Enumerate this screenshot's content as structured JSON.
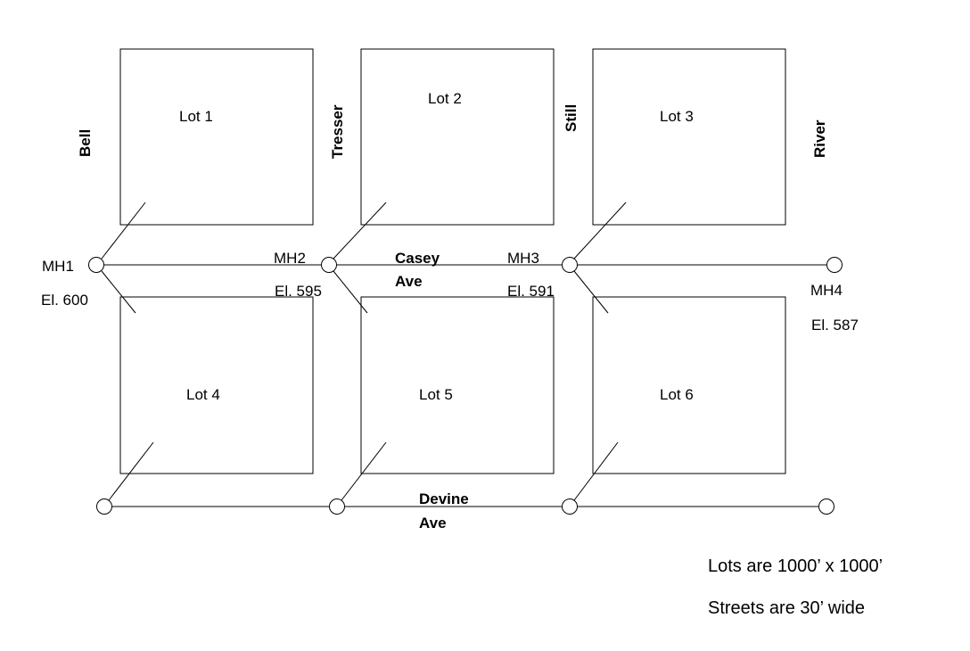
{
  "lots": [
    {
      "label": "Lot 1"
    },
    {
      "label": "Lot 2"
    },
    {
      "label": "Lot 3"
    },
    {
      "label": "Lot 4"
    },
    {
      "label": "Lot 5"
    },
    {
      "label": "Lot 6"
    }
  ],
  "streets": {
    "vertical": [
      "Bell",
      "Tresser",
      "Still",
      "River"
    ],
    "casey": [
      "Casey",
      "Ave"
    ],
    "devine": [
      "Devine",
      "Ave"
    ]
  },
  "manholes": [
    {
      "name": "MH1",
      "elevation": "El. 600"
    },
    {
      "name": "MH2",
      "elevation": "El. 595"
    },
    {
      "name": "MH3",
      "elevation": "El. 591"
    },
    {
      "name": "MH4",
      "elevation": "El. 587"
    }
  ],
  "notes": [
    "Lots are 1000’ x 1000’",
    "Streets are 30’ wide"
  ]
}
